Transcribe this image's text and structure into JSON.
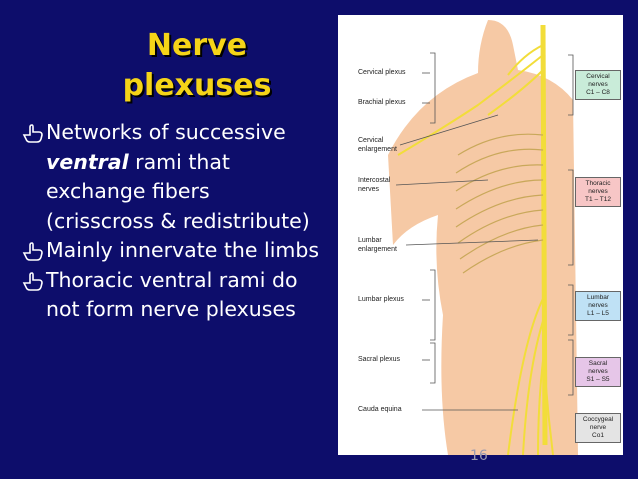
{
  "slide": {
    "title_line1": "Nerve",
    "title_line2": "plexuses",
    "bullets": [
      {
        "pre": "Networks of successive ",
        "em": "ventral",
        "post": " rami that exchange fibers (crisscross & redistribute)"
      },
      {
        "pre": "Mainly innervate the limbs",
        "em": "",
        "post": ""
      },
      {
        "pre": "Thoracic ventral rami do not form nerve plexuses",
        "em": "",
        "post": ""
      }
    ],
    "page_number": "16"
  },
  "figure": {
    "left_labels": {
      "cervical_plexus": "Cervical plexus",
      "brachial_plexus": "Brachial plexus",
      "cervical_enlargement_1": "Cervical",
      "cervical_enlargement_2": "enlargement",
      "intercostal_1": "Intercostal",
      "intercostal_2": "nerves",
      "lumbar_enlargement_1": "Lumbar",
      "lumbar_enlargement_2": "enlargement",
      "lumbar_plexus": "Lumbar plexus",
      "sacral_plexus": "Sacral plexus",
      "cauda_equina": "Cauda equina"
    },
    "boxes": [
      {
        "l1": "Cervical",
        "l2": "nerves",
        "l3": "C1 – C8",
        "bg": "#c9ecd9"
      },
      {
        "l1": "Thoracic",
        "l2": "nerves",
        "l3": "T1 – T12",
        "bg": "#f7c6c6"
      },
      {
        "l1": "Lumbar",
        "l2": "nerves",
        "l3": "L1 – L5",
        "bg": "#bfe1f5"
      },
      {
        "l1": "Sacral",
        "l2": "nerves",
        "l3": "S1 – S5",
        "bg": "#e6c6e8"
      },
      {
        "l1": "Coccygeal",
        "l2": "nerve",
        "l3": "Co1",
        "bg": "#e4e4e4"
      }
    ]
  },
  "colors": {
    "background": "#0d0d6b",
    "title": "#f5d418",
    "text": "#ffffff",
    "nerve": "#f2dd3a",
    "skin": "#f6c9a5"
  }
}
